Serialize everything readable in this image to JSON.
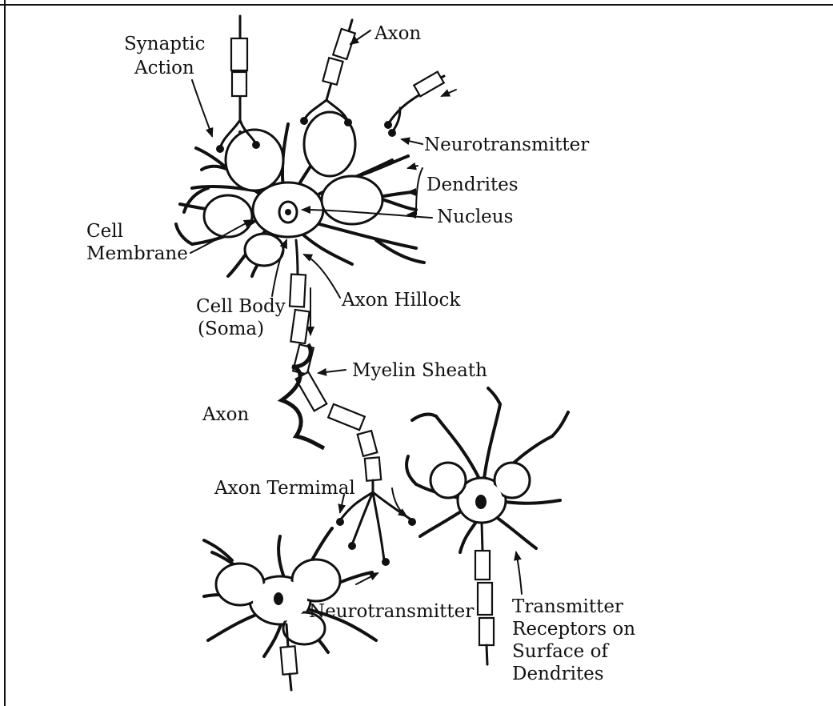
{
  "labels": {
    "synaptic_action_1": "Synaptic",
    "synaptic_action_2": "Action",
    "axon_top": "Axon",
    "neurotransmitter_top": "Neurotransmitter",
    "dendrites": "Dendrites",
    "nucleus": "Nucleus",
    "cell_membrane_1": "Cell",
    "cell_membrane_2": "Membrane",
    "cell_body_1": "Cell Body",
    "cell_body_2": "(Soma)",
    "axon_hillock": "Axon Hillock",
    "myelin_sheath": "Myelin Sheath",
    "axon_brace": "Axon",
    "axon_terminal": "Axon Termimal",
    "neurotransmitter_bottom": "Neurotransmitter",
    "receptors_1": "Transmitter",
    "receptors_2": "Receptors on",
    "receptors_3": "Surface of",
    "receptors_4": "Dendrites"
  },
  "colors": {
    "ink": "#111111",
    "background": "#ffffff"
  }
}
